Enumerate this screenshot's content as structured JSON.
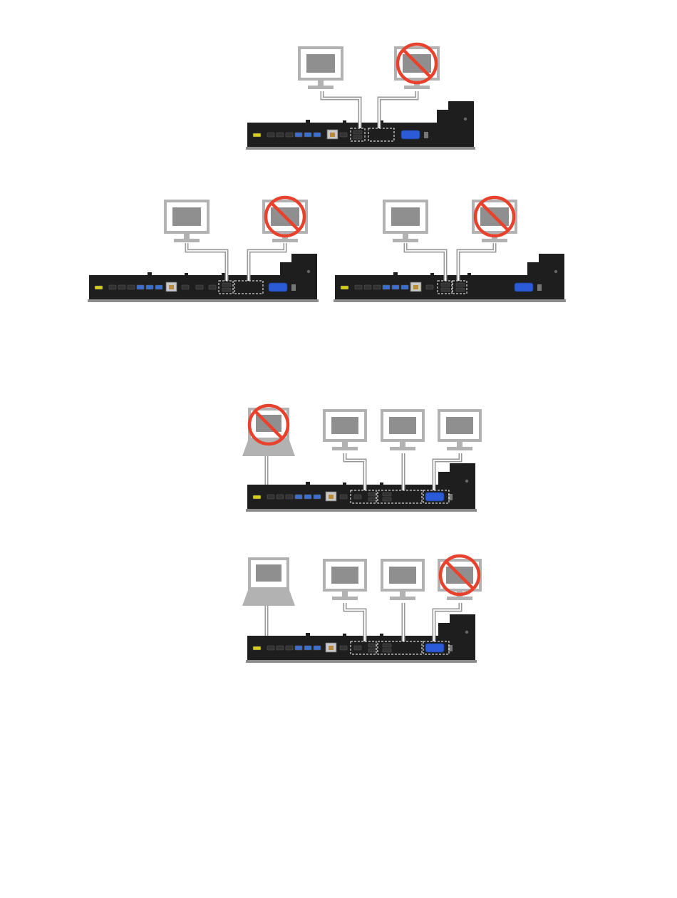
{
  "colors": {
    "monitor_frame": "#b2b2b2",
    "monitor_screen": "#8f8f8f",
    "cable": "#999999",
    "dock_body": "#1e1e1e",
    "dock_shadow": "#8c8c8c",
    "usb3_port": "#3a6fd0",
    "vga_port": "#2b5bd6",
    "power_port": "#d8cf1a",
    "prohibit": "#e8412c",
    "port_highlight": "#ffffff"
  },
  "icons": {
    "monitor": "monitor-icon",
    "laptop": "laptop-icon",
    "prohibit": "prohibited-icon",
    "dock": "docking-station-icon",
    "dvi": "dvi-port-icon",
    "vga": "vga-port-icon",
    "ethernet": "ethernet-port-icon",
    "displayport": "displayport-icon"
  },
  "diagrams": [
    {
      "id": "dual-display-a",
      "displays": [
        {
          "device": "monitor",
          "port": "displayport",
          "supported": true
        },
        {
          "device": "monitor",
          "port": "dvi",
          "supported": false
        }
      ]
    },
    {
      "id": "dual-display-b",
      "displays": [
        {
          "device": "monitor",
          "port": "displayport-1",
          "supported": true
        },
        {
          "device": "monitor",
          "port": "dvi",
          "supported": false
        }
      ]
    },
    {
      "id": "dual-display-c",
      "displays": [
        {
          "device": "monitor",
          "port": "displayport-1",
          "supported": true
        },
        {
          "device": "monitor",
          "port": "displayport-2",
          "supported": false
        }
      ]
    },
    {
      "id": "triple-display-laptop-off",
      "displays": [
        {
          "device": "laptop",
          "port": "dock-connector",
          "supported": false
        },
        {
          "device": "monitor",
          "port": "displayport",
          "supported": true
        },
        {
          "device": "monitor",
          "port": "dvi",
          "supported": true
        },
        {
          "device": "monitor",
          "port": "vga",
          "supported": true
        }
      ]
    },
    {
      "id": "triple-display-vga-off",
      "displays": [
        {
          "device": "laptop",
          "port": "dock-connector",
          "supported": true
        },
        {
          "device": "monitor",
          "port": "displayport",
          "supported": true
        },
        {
          "device": "monitor",
          "port": "dvi",
          "supported": true
        },
        {
          "device": "monitor",
          "port": "vga",
          "supported": false
        }
      ]
    }
  ]
}
